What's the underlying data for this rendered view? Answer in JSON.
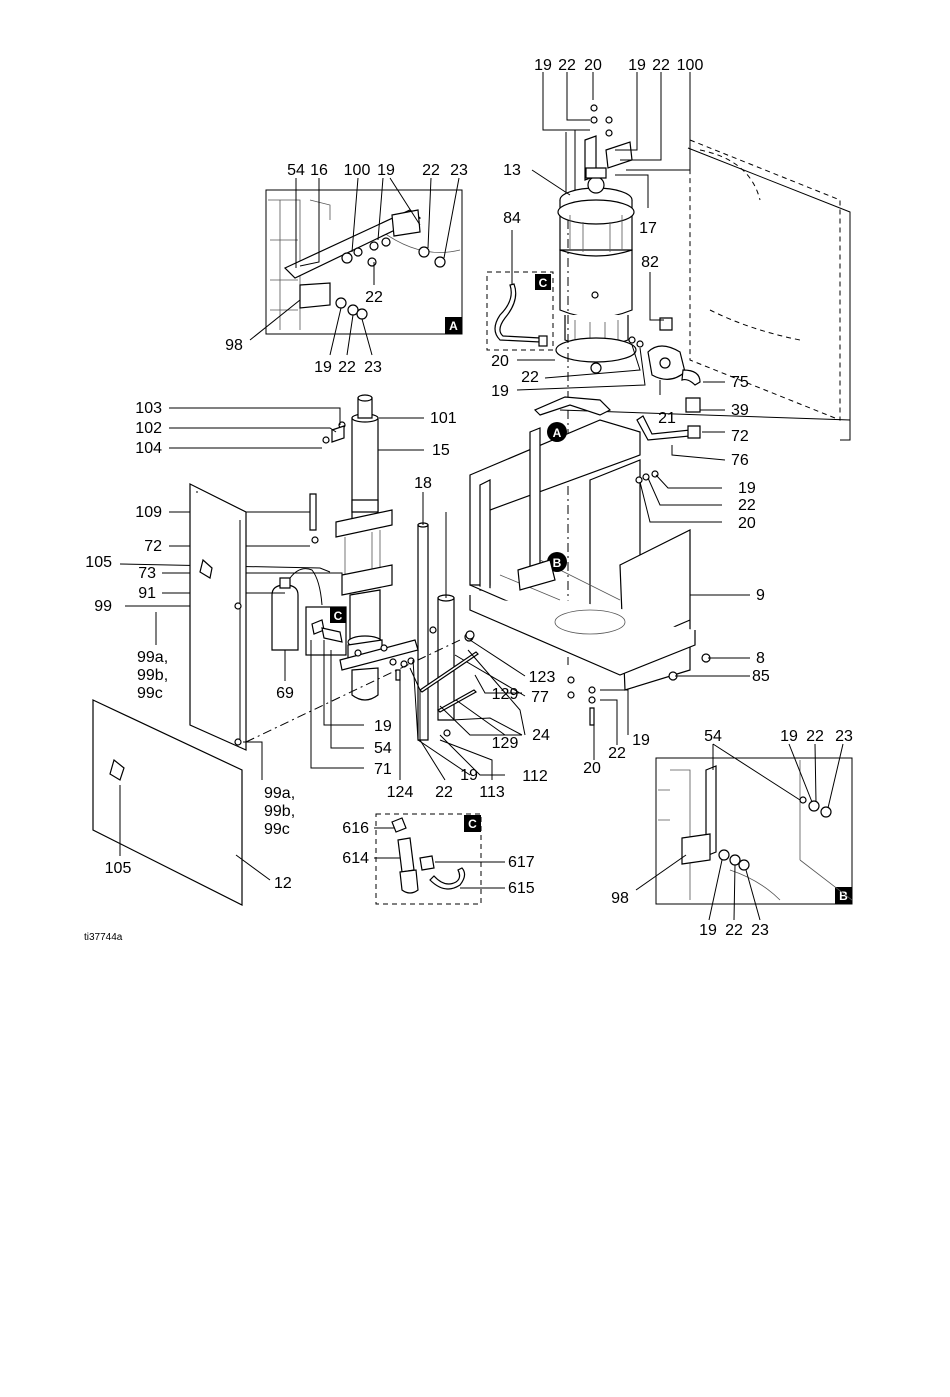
{
  "drawing_id": "ti37744a",
  "labels": {
    "a_19_22_20": [
      "19",
      "22",
      "20"
    ],
    "a_19_22_100": [
      "19",
      "22",
      "100"
    ],
    "c13": "13",
    "c84": "84",
    "c17": "17",
    "c82": "82",
    "c75": "75",
    "c39": "39",
    "c72b": "72",
    "c76": "76",
    "c20": "20",
    "c22": "22",
    "c19": "19",
    "c21": "21",
    "c19b": "19",
    "c22b": "22",
    "c20b": "20",
    "c9": "9",
    "c8": "8",
    "c85": "85",
    "c123": "123",
    "c77": "77",
    "c129": "129",
    "c24": "24",
    "c129b": "129",
    "c112": "112",
    "c19c": "19",
    "c22c": "22",
    "c20c": "20",
    "c103": "103",
    "c101": "101",
    "c102": "102",
    "c15": "15",
    "c104": "104",
    "c18": "18",
    "c109": "109",
    "c72": "72",
    "c105": "105",
    "c73": "73",
    "c91": "91",
    "c99": "99",
    "c99abc": "99a,\n99b,\n99c",
    "c69": "69",
    "c19d": "19",
    "c54": "54",
    "c71": "71",
    "c124": "124",
    "c22d": "22",
    "c19e": "19",
    "c113": "113",
    "c99abc2": "99a,\n99b,\n99c",
    "c105b": "105",
    "c12": "12"
  },
  "inset_a": {
    "tag": "A",
    "top_labels": [
      "54",
      "16",
      "100",
      "19",
      "22",
      "23"
    ],
    "inner_22": "22",
    "left_98": "98",
    "bottom_labels": [
      "19",
      "22",
      "23"
    ]
  },
  "inset_b": {
    "tag": "B",
    "top_labels": [
      "54",
      "19",
      "22",
      "23"
    ],
    "left_98": "98",
    "bottom_labels": [
      "19",
      "22",
      "23"
    ]
  },
  "inset_c_small": {
    "tag": "C"
  },
  "inset_c_pump": {
    "tag": "C"
  },
  "inset_c_bottom": {
    "tag": "C",
    "labels": [
      "616",
      "614",
      "617",
      "615"
    ]
  },
  "callouts": {
    "a": "A",
    "b": "B"
  }
}
